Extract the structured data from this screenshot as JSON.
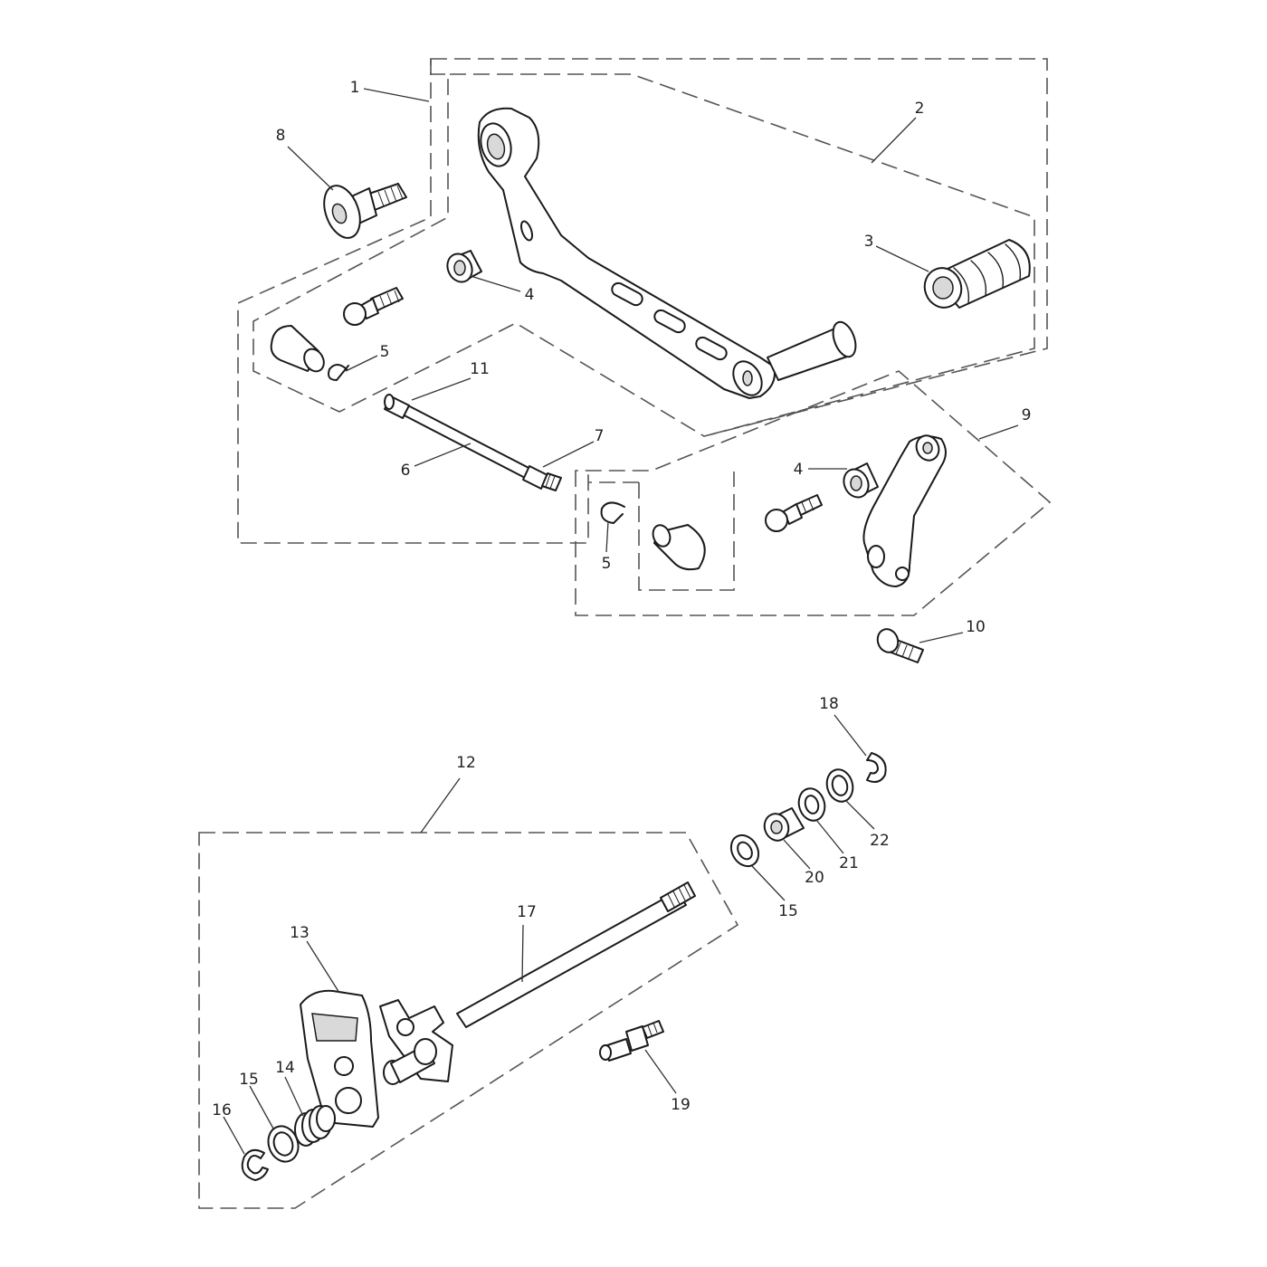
{
  "diagram": {
    "callouts": [
      "1",
      "2",
      "3",
      "4",
      "5",
      "6",
      "7",
      "8",
      "9",
      "10",
      "11",
      "12",
      "13",
      "14",
      "15",
      "16",
      "17",
      "18",
      "19",
      "20",
      "21",
      "22"
    ],
    "repeat_callouts": {
      "four_b": "4",
      "five_b": "5",
      "fifteen_b": "15"
    },
    "groups": [
      "1",
      "2",
      "9",
      "12"
    ]
  }
}
